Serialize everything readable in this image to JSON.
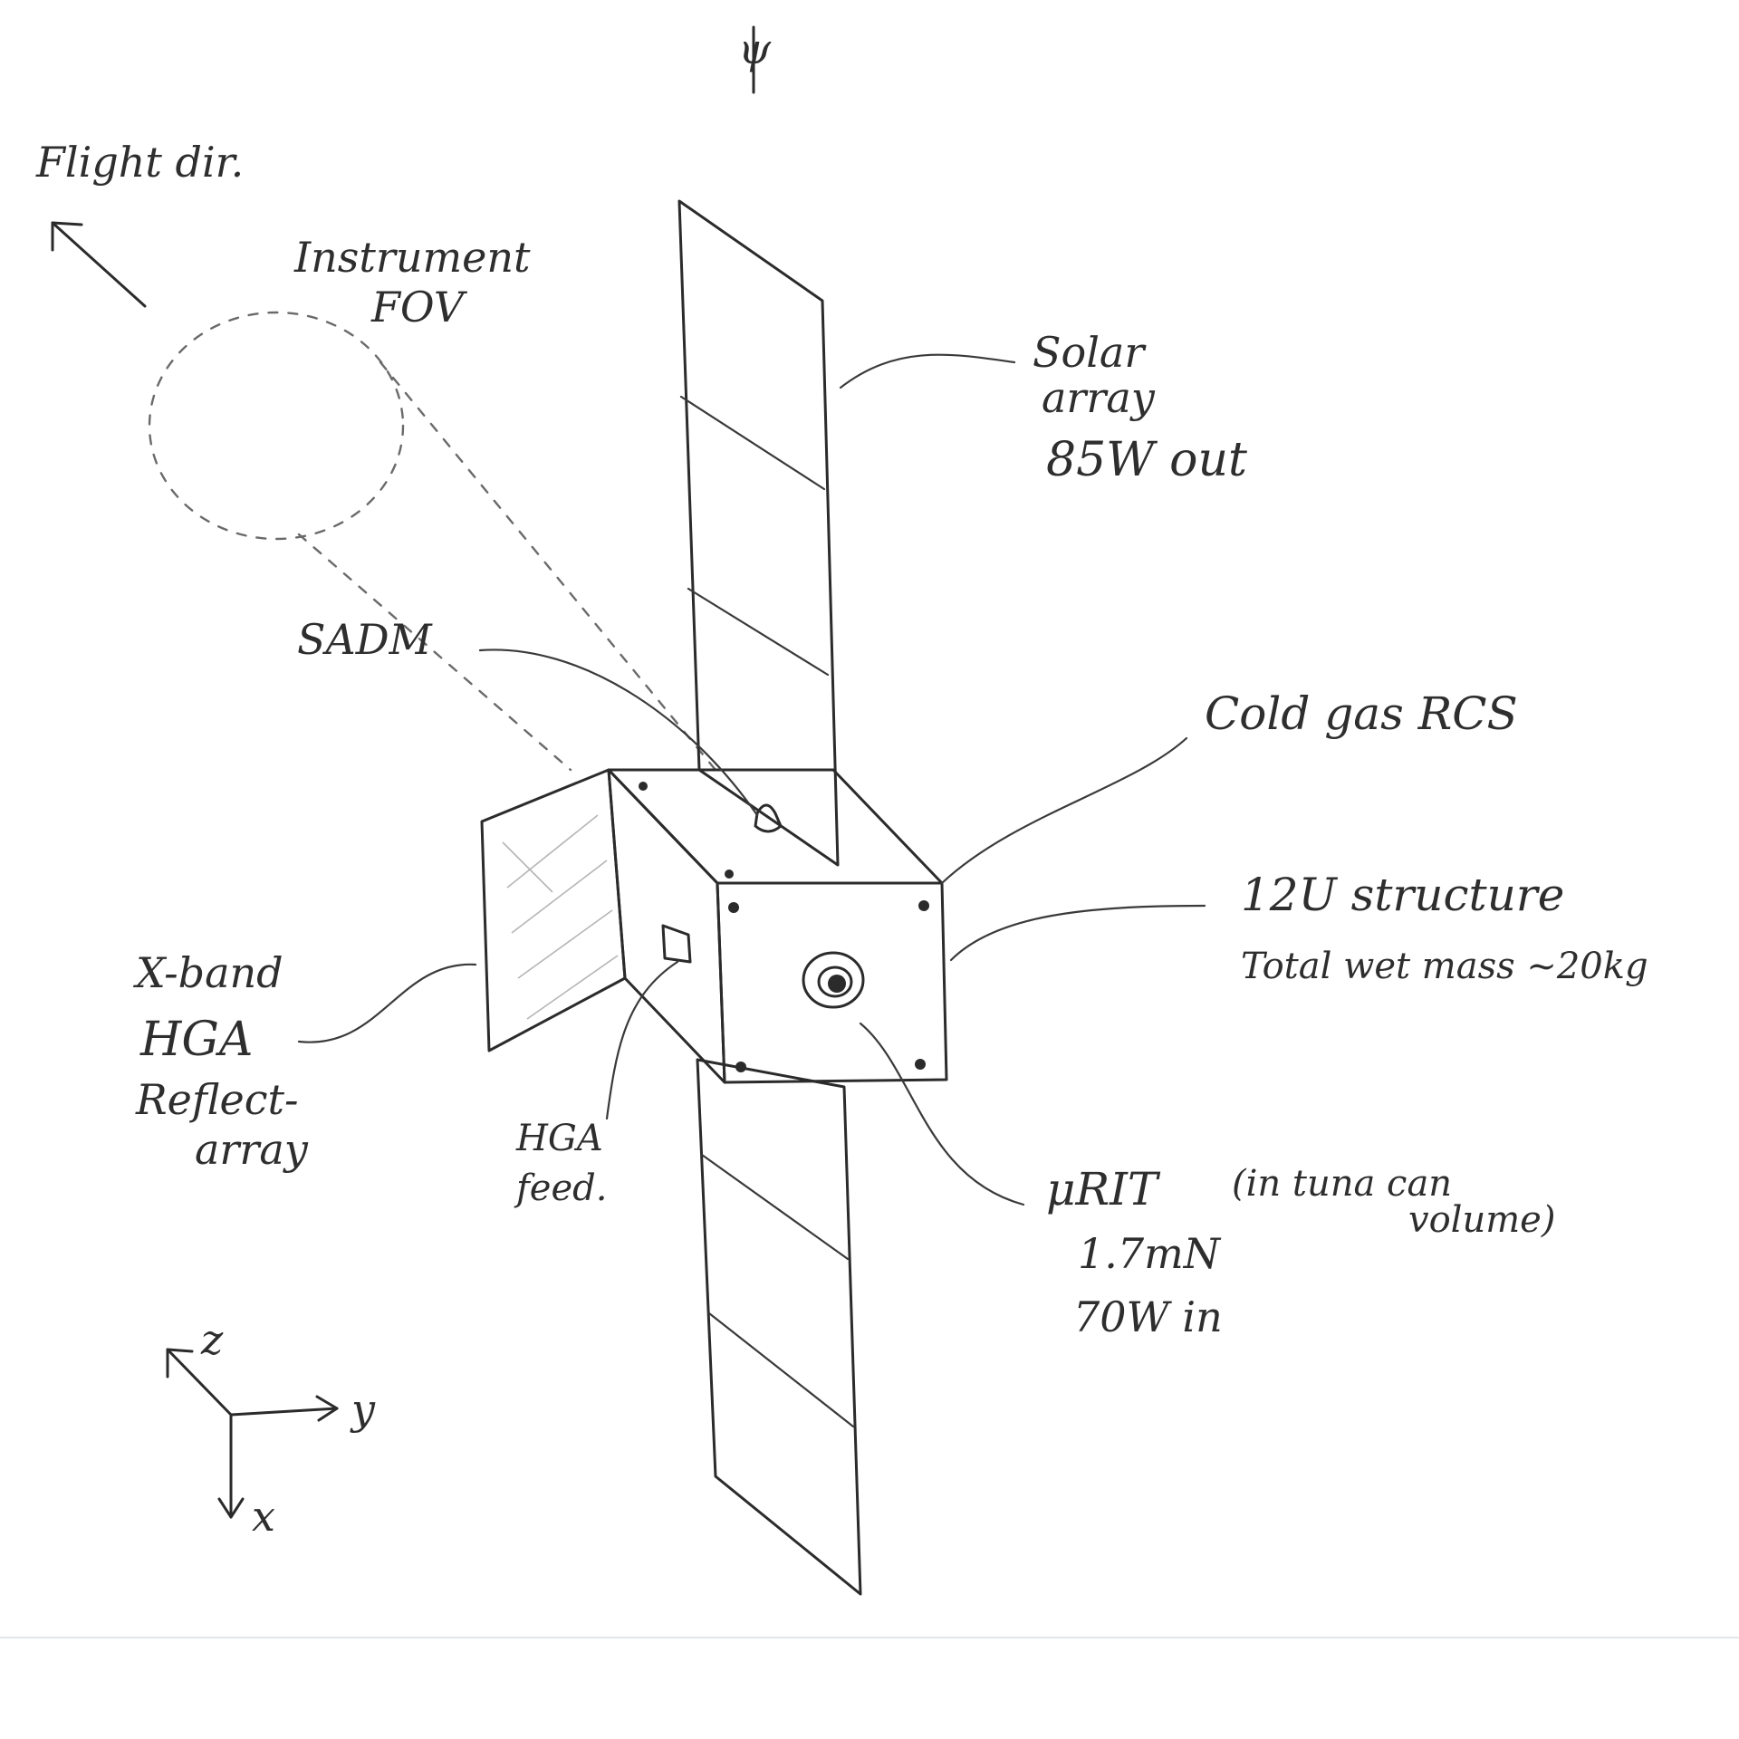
{
  "labels": {
    "top_symbol": "ψ",
    "flight_dir": "Flight dir.",
    "instrument_fov": [
      "Instrument",
      "FOV"
    ],
    "solar_array": [
      "Solar",
      "array",
      "85W out"
    ],
    "sadm": "SADM",
    "cold_gas_rcs": "Cold gas RCS",
    "structure": [
      "12U structure",
      "Total wet mass ~20kg"
    ],
    "hga_reflectarray": [
      "X-band",
      "HGA",
      "Reflect-",
      "array"
    ],
    "hga_feed": [
      "HGA",
      "feed."
    ],
    "murit": [
      "μRIT",
      "1.7mN",
      "70W in"
    ],
    "tuna_can": [
      "(in tuna can",
      "volume)"
    ],
    "axis_z": "z",
    "axis_y": "y",
    "axis_x": "x"
  }
}
